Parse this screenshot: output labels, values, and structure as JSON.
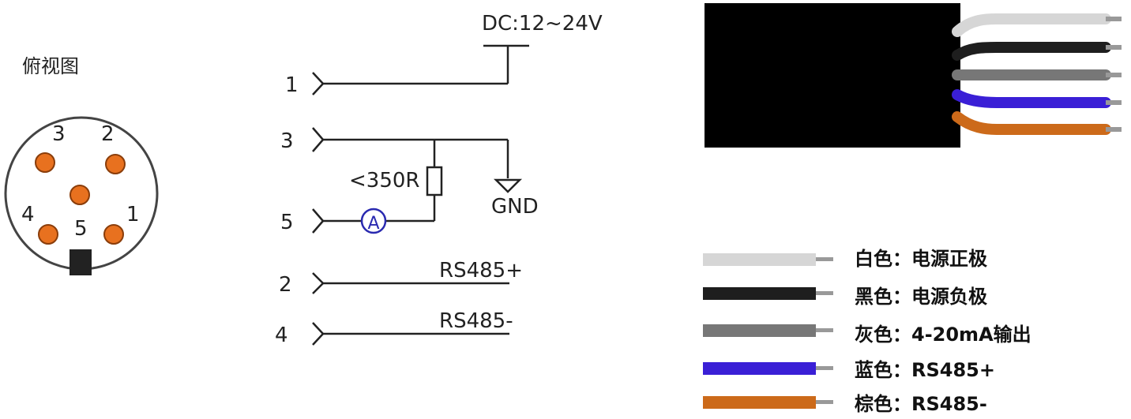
{
  "top_view": {
    "title": "俯视图",
    "pins": [
      {
        "num": "3"
      },
      {
        "num": "2"
      },
      {
        "num": "4"
      },
      {
        "num": "5"
      },
      {
        "num": "1"
      }
    ],
    "pin_color": "#e8711f"
  },
  "schematic": {
    "supply_label": "DC:12~24V",
    "resistor_label": "<350R",
    "ammeter_symbol": "A",
    "ground_label": "GND",
    "rs485_plus_label": "RS485+",
    "rs485_minus_label": "RS485-",
    "pins": [
      "1",
      "3",
      "5",
      "2",
      "4"
    ]
  },
  "cable": {
    "wire_colors": [
      "#d6d6d6",
      "#1e1e1e",
      "#777777",
      "#3a1fd6",
      "#cc6a1a"
    ]
  },
  "legend": [
    {
      "color": "#d6d6d6",
      "text": "白色：电源正极"
    },
    {
      "color": "#1e1e1e",
      "text": "黑色：电源负极"
    },
    {
      "color": "#777777",
      "text": "灰色：4-20mA输出"
    },
    {
      "color": "#3a1fd6",
      "text": "蓝色：RS485+"
    },
    {
      "color": "#cc6a1a",
      "text": "棕色：RS485-"
    }
  ]
}
